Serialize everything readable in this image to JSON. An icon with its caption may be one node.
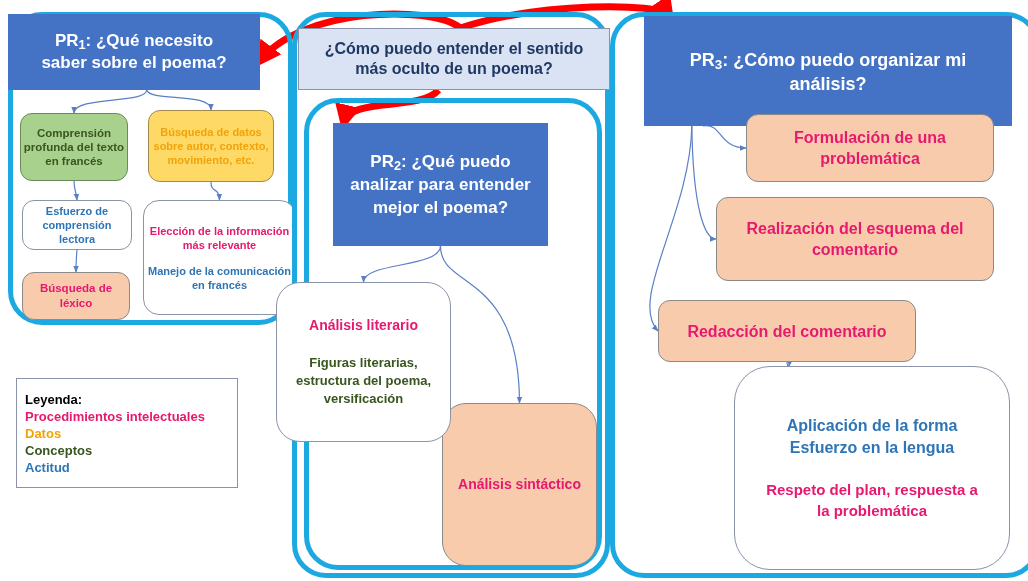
{
  "diagram": {
    "nodes": [
      {
        "text": [],
        "shape": "box"
      },
      {
        "text": [
          "PR$_{1}$: ¿Qué necesito saber sobre el poema?"
        ],
        "in": 0
      },
      {
        "text": [
          "Comprensión profunda del texto en francés"
        ],
        "in": 0
      },
      {
        "text": [
          "Búsqueda de datos sobre autor, contexto, movimiento, etc."
        ],
        "in": 0
      },
      {
        "text": [
          "Esfuerzo de comprensión lectora"
        ],
        "in": 0
      },
      {
        "text": [
          "Elección de la información más relevante",
          "Manejo de la comunicación en francés"
        ],
        "in": 0
      },
      {
        "text": [
          "Búsqueda de léxico"
        ],
        "in": 0
      },
      {
        "text": [],
        "shape": "box"
      },
      {
        "text": [
          "¿Cómo puedo entender el sentido más oculto de un poema?"
        ],
        "in": 7
      },
      {
        "text": [],
        "shape": "box",
        "in": 7
      },
      {
        "text": [
          "PR$_{2}$: ¿Qué puedo analizar para entender mejor el poema?"
        ],
        "in": 9
      },
      {
        "text": [
          "Análisis literario",
          "Figuras literarias, estructura del poema, versificación"
        ]
      },
      {
        "text": [
          "Análisis sintáctico"
        ],
        "in": 9
      },
      {
        "text": [],
        "shape": "box"
      },
      {
        "text": [
          "PR$_{3}$: ¿Cómo puedo organizar mi análisis?"
        ],
        "in": 13
      },
      {
        "text": [
          "Formulación de una problemática"
        ],
        "in": 13
      },
      {
        "text": [
          "Realización del esquema del comentario"
        ],
        "in": 13
      },
      {
        "text": [
          "Redacción del comentario"
        ],
        "in": 13
      },
      {
        "text": [
          "Aplicación de la forma Esfuerzo en la lengua",
          "Respeto del plan, respuesta a la problemática"
        ],
        "in": 13
      }
    ],
    "edges": [
      {
        "from": 8,
        "to": 1,
        "arrow": "to",
        "style": "thick",
        "color": "#ff0000"
      },
      {
        "from": 8,
        "to": 14,
        "arrow": "to",
        "style": "thick",
        "color": "#ff0000"
      },
      {
        "from": 8,
        "to": 10,
        "arrow": "to",
        "style": "thick",
        "color": "#ff0000"
      },
      {
        "from": 1,
        "to": 2,
        "arrow": "to"
      },
      {
        "from": 1,
        "to": 3,
        "arrow": "to"
      },
      {
        "from": 2,
        "to": 4,
        "arrow": "to"
      },
      {
        "from": 4,
        "to": 6,
        "arrow": "to"
      },
      {
        "from": 3,
        "to": 5,
        "arrow": "to"
      },
      {
        "from": 10,
        "to": 11,
        "arrow": "to"
      },
      {
        "from": 10,
        "to": 12,
        "arrow": "to"
      },
      {
        "from": 14,
        "to": 15,
        "arrow": "to"
      },
      {
        "from": 14,
        "to": 16,
        "arrow": "to"
      },
      {
        "from": 14,
        "to": 17,
        "arrow": "to"
      },
      {
        "from": 17,
        "to": 18,
        "arrow": "to"
      }
    ],
    "labels": [
      "Leyenda:"
    ],
    "legend": [
      {
        "text": "Procedimientos intelectuales",
        "color": "#e6196e"
      },
      {
        "text": "Datos",
        "color": "#f0a30a"
      },
      {
        "text": "Conceptos",
        "color": "#38561e"
      },
      {
        "text": "Actitud",
        "color": "#2e75b6"
      }
    ]
  }
}
